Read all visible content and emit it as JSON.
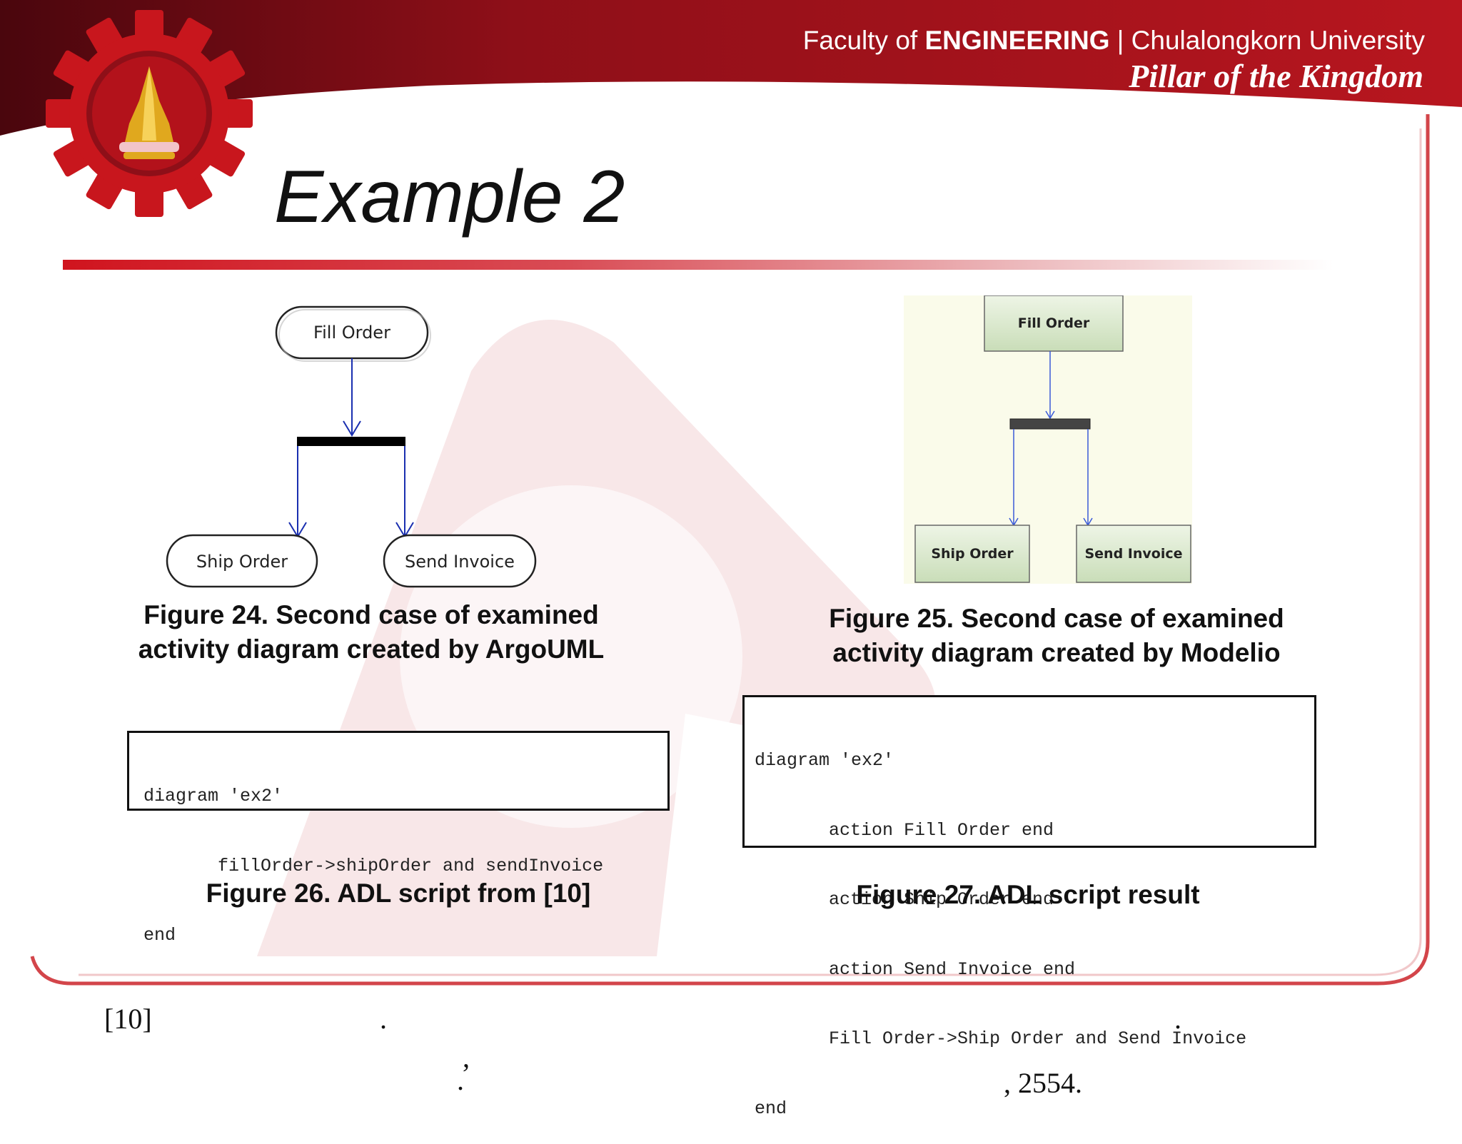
{
  "header": {
    "faculty_prefix": "Faculty of ",
    "faculty_bold": "ENGINEERING",
    "faculty_suffix": " | Chulalongkorn University",
    "tagline": "Pillar of the Kingdom"
  },
  "slide": {
    "title": "Example 2"
  },
  "figure24": {
    "nodes": {
      "fill_order": "Fill Order",
      "ship_order": "Ship Order",
      "send_invoice": "Send Invoice"
    },
    "caption_line1": "Figure 24. Second case of examined",
    "caption_line2": "activity diagram created by ArgoUML"
  },
  "figure25": {
    "nodes": {
      "fill_order": "Fill Order",
      "ship_order": "Ship Order",
      "send_invoice": "Send Invoice"
    },
    "caption_line1": "Figure 25. Second case of examined",
    "caption_line2": "activity diagram created by Modelio"
  },
  "figure26": {
    "code": [
      "diagram 'ex2'",
      "fillOrder->shipOrder and sendInvoice",
      "end"
    ],
    "caption": "Figure 26. ADL script from [10]"
  },
  "figure27": {
    "code": [
      "diagram 'ex2'",
      "action Fill Order end",
      "action Ship Order end",
      "action Send Invoice end",
      "Fill Order->Ship Order and Send Invoice",
      "end"
    ],
    "caption": "Figure 27. ADL script result"
  },
  "reference": {
    "label": "[10]",
    "fragments": [
      ".",
      ".",
      ",",
      ".",
      ", 2554."
    ]
  },
  "colors": {
    "banner_dark": "#5a0a12",
    "banner_red": "#b0141c",
    "gear_red": "#c8161d",
    "title_rule": "#d0141e",
    "argouml_arrow": "#1a2fb0",
    "modelio_arrow": "#3a5ad8",
    "modelio_node_fill": "#d6e6cc",
    "modelio_bg": "#fafbea"
  }
}
